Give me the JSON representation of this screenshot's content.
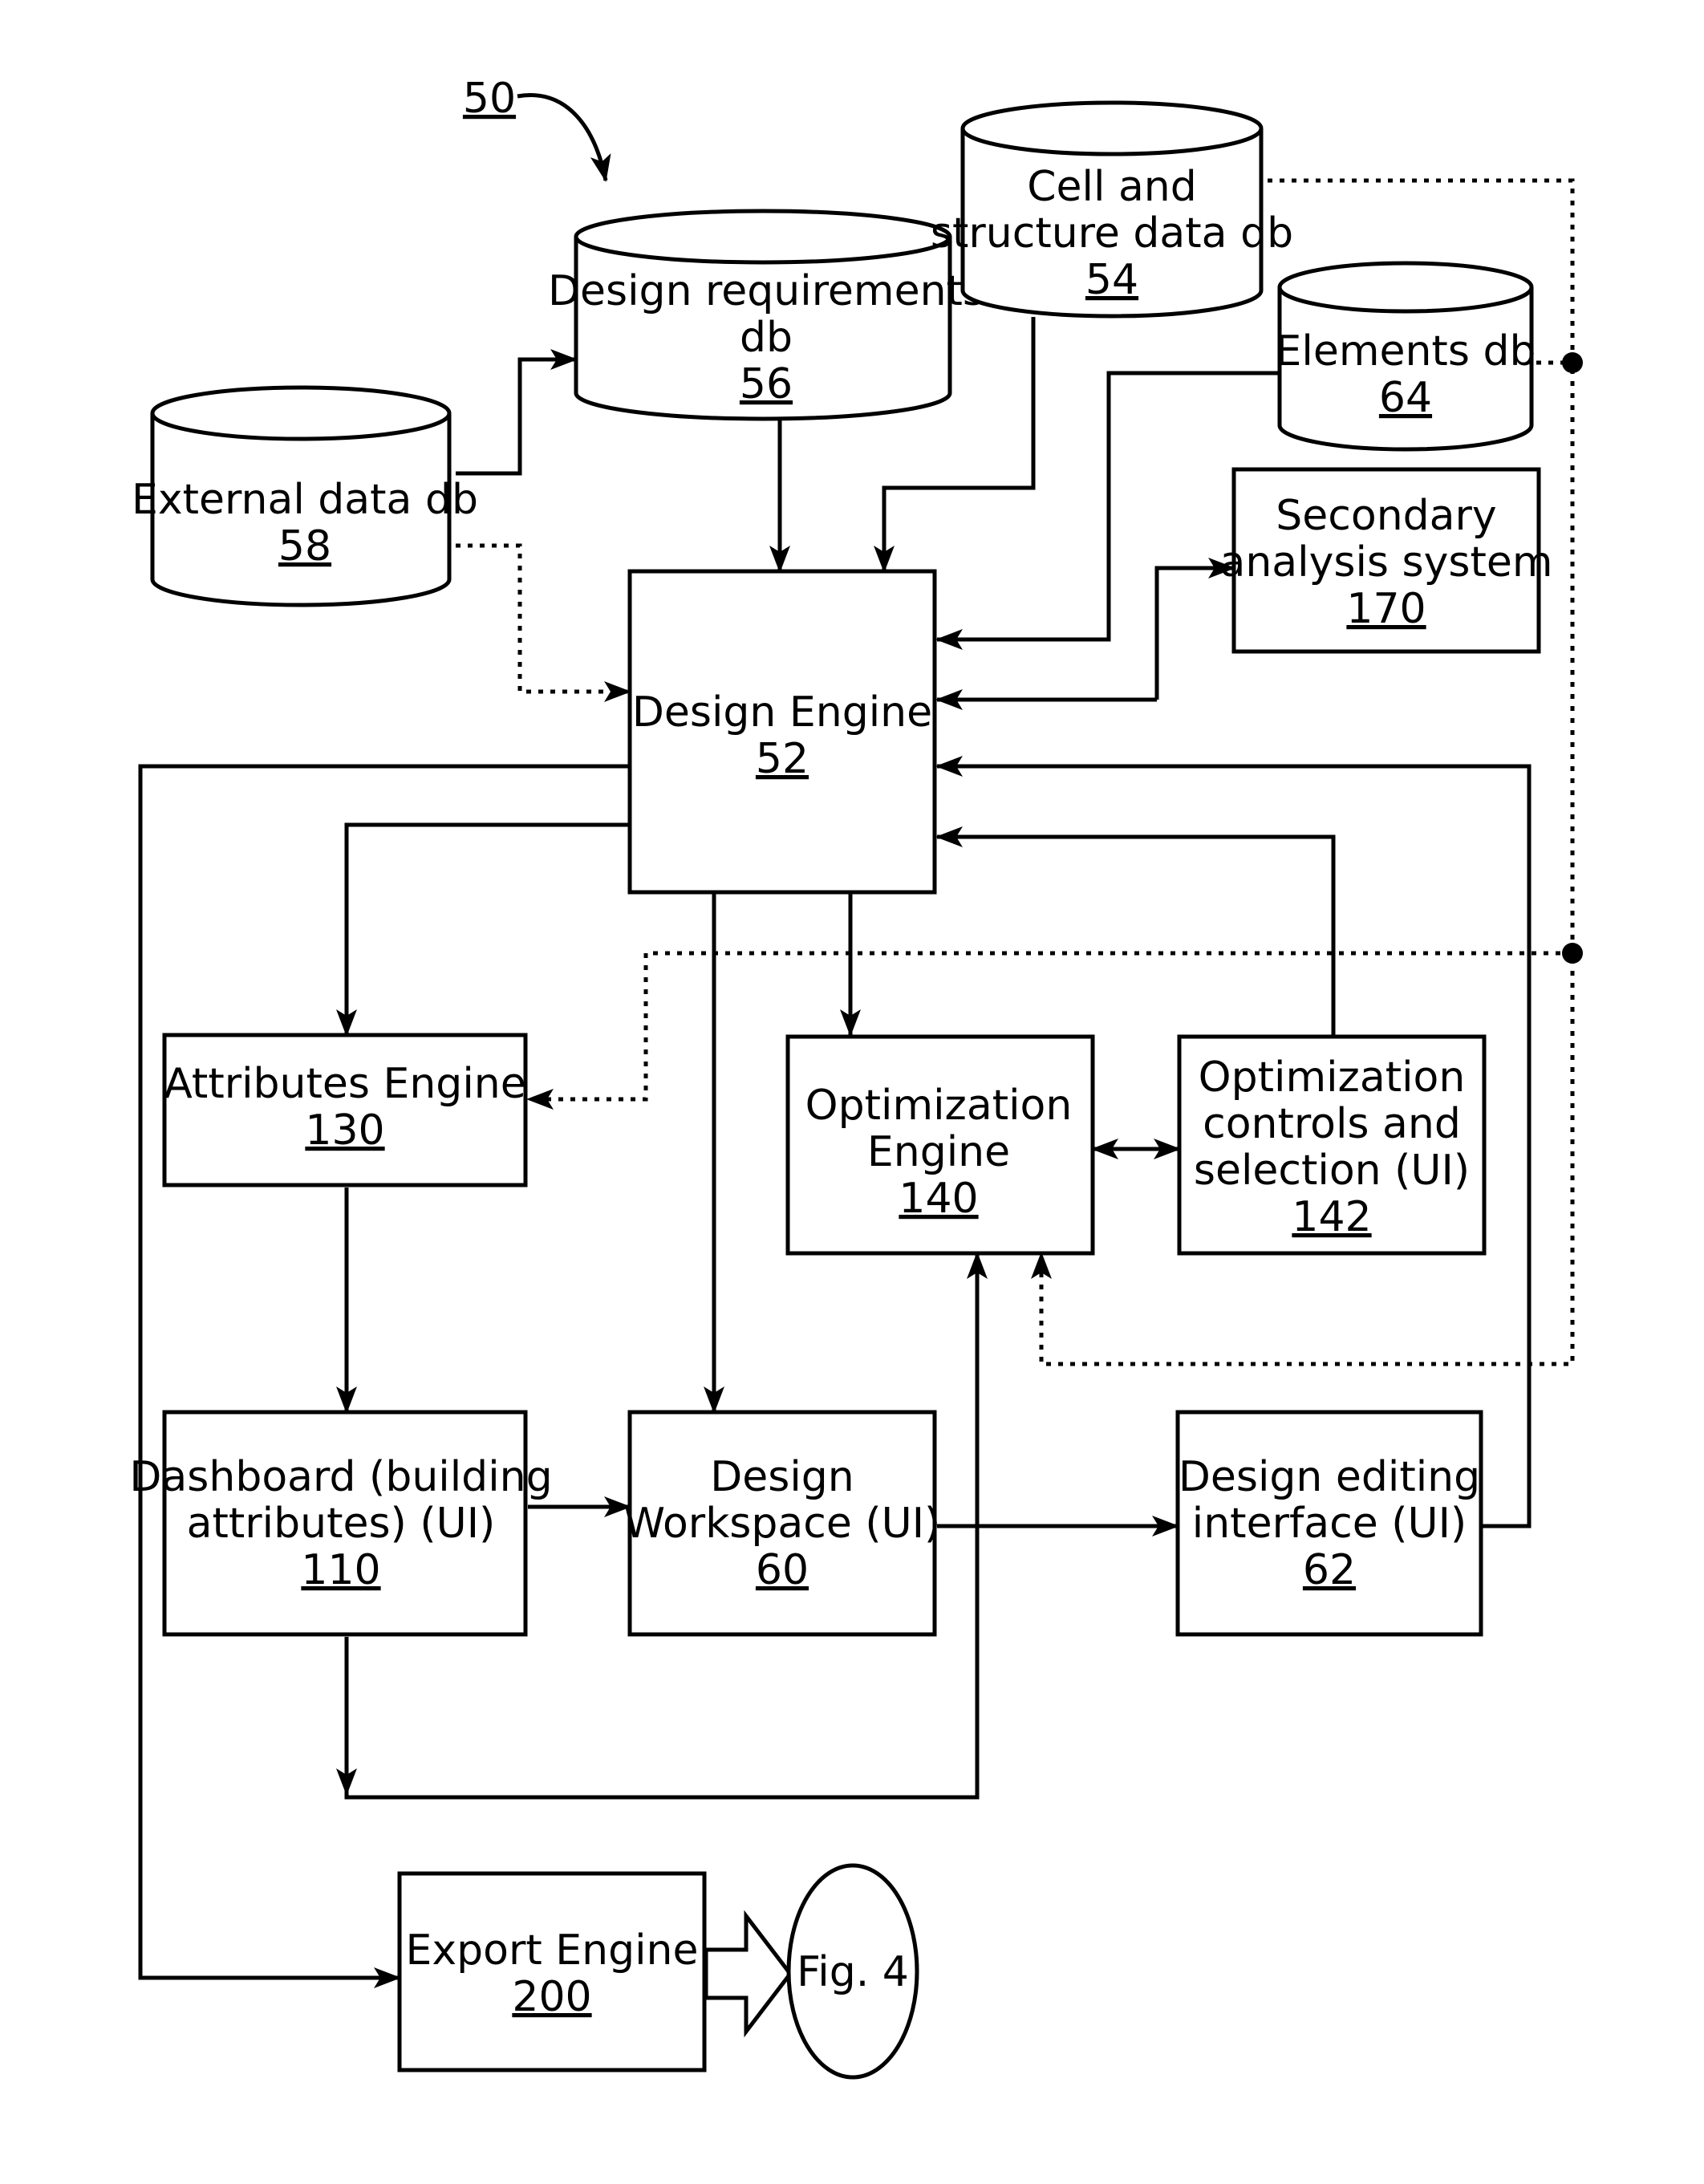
{
  "figure_ref": "50",
  "nodes": {
    "design_requirements_db": {
      "lines": [
        "Design requirements",
        "db"
      ],
      "ref": "56"
    },
    "cell_structure_db": {
      "lines": [
        "Cell and",
        "structure data db"
      ],
      "ref": "54"
    },
    "elements_db": {
      "lines": [
        "Elements db"
      ],
      "ref": "64"
    },
    "external_data_db": {
      "lines": [
        "External data db"
      ],
      "ref": "58"
    },
    "secondary_analysis": {
      "lines": [
        "Secondary",
        "analysis system"
      ],
      "ref": "170"
    },
    "design_engine": {
      "lines": [
        "Design Engine"
      ],
      "ref": "52"
    },
    "attributes_engine": {
      "lines": [
        "Attributes Engine"
      ],
      "ref": "130"
    },
    "optimization_engine": {
      "lines": [
        "Optimization",
        "Engine"
      ],
      "ref": "140"
    },
    "optimization_controls": {
      "lines": [
        "Optimization",
        "controls and",
        "selection (UI)"
      ],
      "ref": "142"
    },
    "dashboard": {
      "lines": [
        "Dashboard (building",
        "attributes) (UI)"
      ],
      "ref": "110"
    },
    "design_workspace": {
      "lines": [
        "Design",
        "Workspace (UI)"
      ],
      "ref": "60"
    },
    "design_editing": {
      "lines": [
        "Design editing",
        "interface (UI)"
      ],
      "ref": "62"
    },
    "export_engine": {
      "lines": [
        "Export Engine"
      ],
      "ref": "200"
    },
    "fig4": {
      "lines": [
        "Fig. 4"
      ],
      "ref": ""
    }
  }
}
